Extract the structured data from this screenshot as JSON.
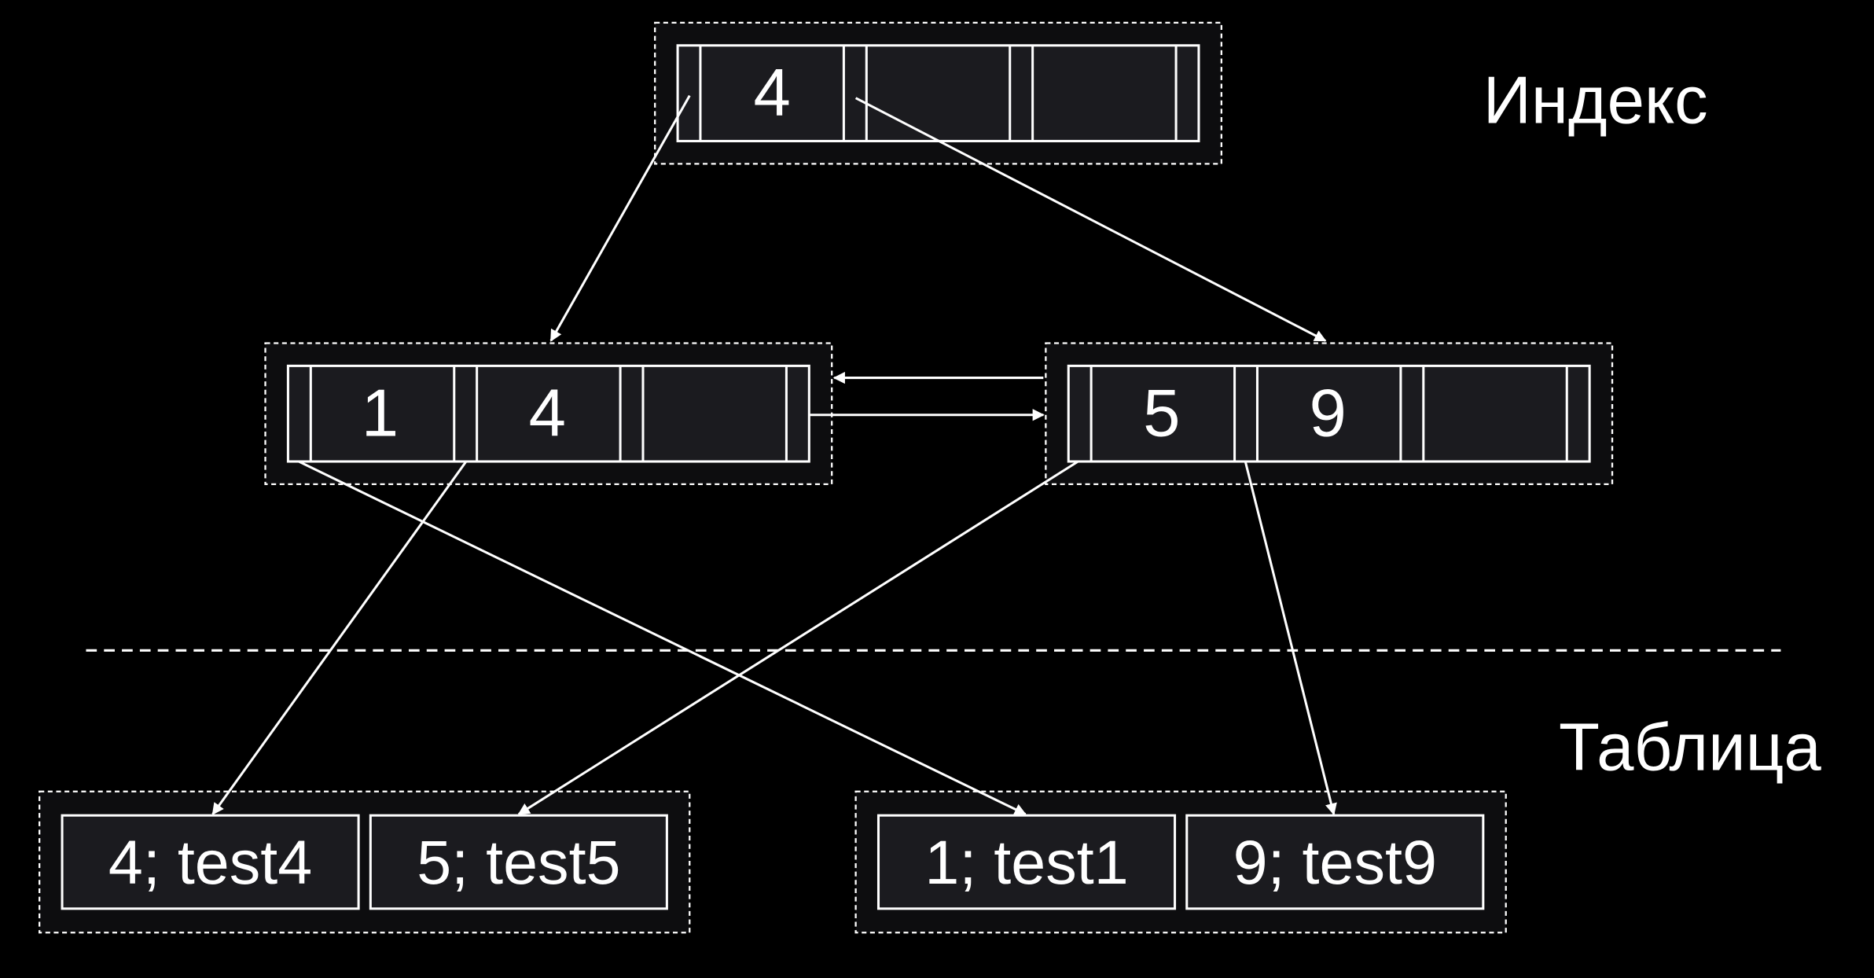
{
  "labels": {
    "index": "Индекс",
    "table": "Таблица"
  },
  "index": {
    "root": {
      "keys": [
        "4",
        "",
        ""
      ]
    },
    "leaf_left": {
      "keys": [
        "1",
        "4",
        ""
      ]
    },
    "leaf_right": {
      "keys": [
        "5",
        "9",
        ""
      ]
    }
  },
  "table": {
    "page_left": {
      "rows": [
        "4; test4",
        "5; test5"
      ]
    },
    "page_right": {
      "rows": [
        "1; test1",
        "9; test9"
      ]
    }
  },
  "colors": {
    "background": "#000000",
    "box_fill": "#1b1b1f",
    "page_fill": "#0d0d0f",
    "line": "#ffffff"
  }
}
